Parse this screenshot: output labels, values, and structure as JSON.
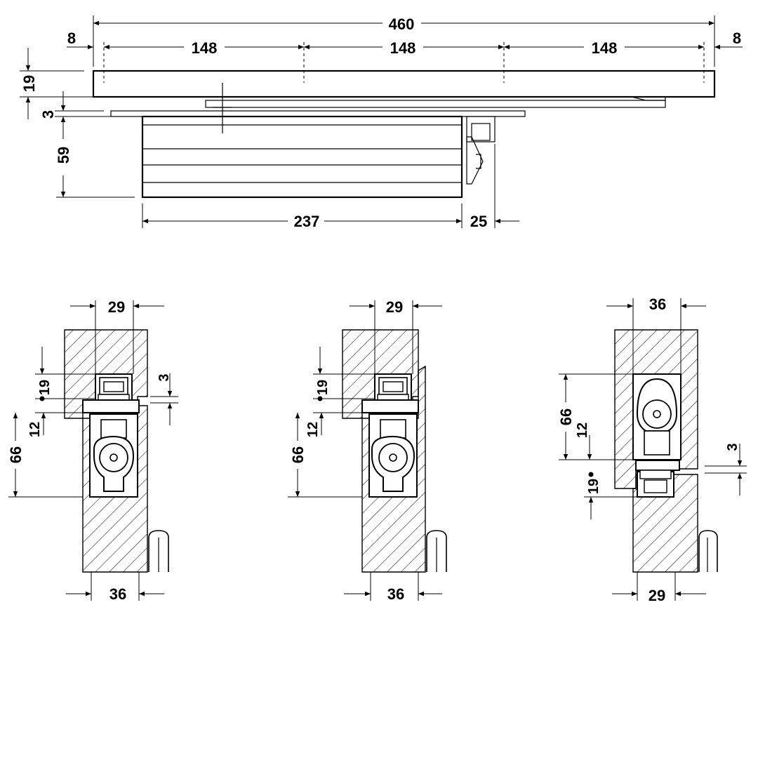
{
  "top_view": {
    "overall_width": "460",
    "left_offset": "8",
    "right_offset": "8",
    "spacing_1": "148",
    "spacing_2": "148",
    "spacing_3": "148",
    "rail_height": "19",
    "gap": "3",
    "body_height": "59",
    "body_length": "237",
    "arm_offset": "25"
  },
  "section_1": {
    "top_width": "29",
    "bottom_width": "36",
    "dim_19": "19",
    "dim_3": "3",
    "dim_12": "12",
    "dim_66": "66"
  },
  "section_2": {
    "top_width": "29",
    "bottom_width": "36",
    "dim_19": "19",
    "dim_12": "12",
    "dim_66": "66"
  },
  "section_3": {
    "top_width": "36",
    "bottom_width": "29",
    "dim_66": "66",
    "dim_12": "12",
    "dim_3": "3",
    "dim_19": "19"
  }
}
